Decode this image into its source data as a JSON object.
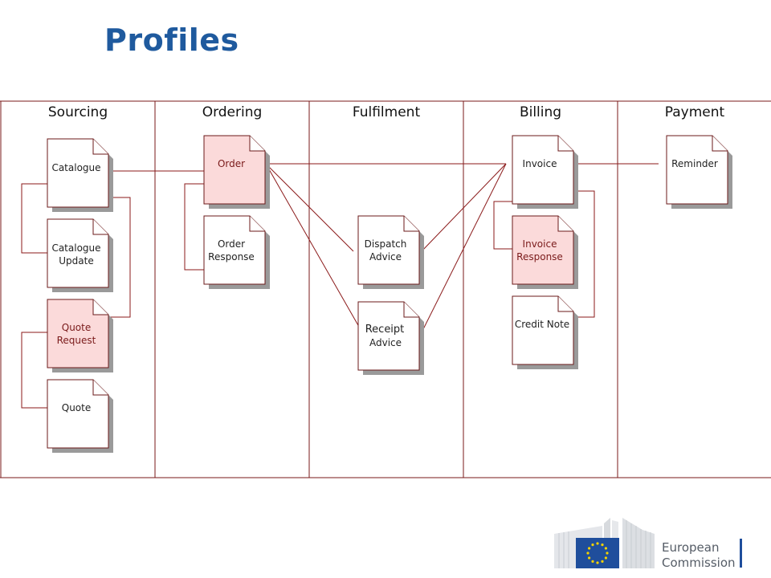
{
  "page_title": "Profiles",
  "columns": [
    "Sourcing",
    "Ordering",
    "Fulfilment",
    "Billing",
    "Payment"
  ],
  "documents": {
    "catalogue": [
      "Catalogue"
    ],
    "catalogue_update": [
      "Catalogue",
      "Update"
    ],
    "quote_request": [
      "Quote",
      "Request"
    ],
    "quote": [
      "Quote"
    ],
    "order": [
      "Order"
    ],
    "order_response": [
      "Order",
      "Response"
    ],
    "dispatch_advice": [
      "Dispatch",
      "Advice"
    ],
    "receipt_advice": [
      "Receipt",
      "Advice"
    ],
    "invoice": [
      "Invoice"
    ],
    "invoice_response": [
      "Invoice",
      "Response"
    ],
    "credit_note": [
      "Credit Note"
    ],
    "reminder": [
      "Reminder"
    ]
  },
  "colors": {
    "title": "#1f5a9e",
    "highlight_fill": "#fbdada",
    "document_border": "#6b1a1a",
    "connector": "#8b1a1a"
  },
  "logo": {
    "line1": "European",
    "line2": "Commission",
    "icon": "eu-flag-icon"
  }
}
